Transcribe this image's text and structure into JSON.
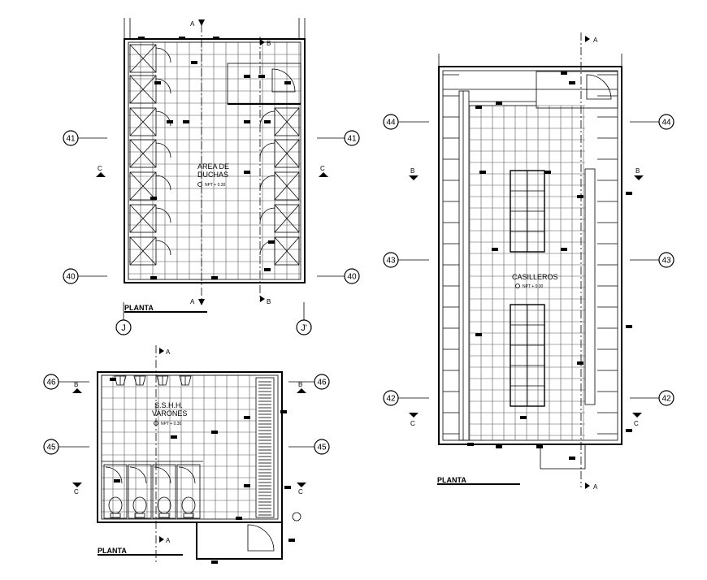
{
  "plans": {
    "duchas": {
      "room_label_1": "AREA DE",
      "room_label_2": "DUCHAS",
      "level": "NPT + 0.30",
      "plan_title": "PLANTA"
    },
    "casilleros": {
      "room_label": "CASILLEROS",
      "level": "NPT + 0.30",
      "plan_title": "PLANTA"
    },
    "sshh": {
      "room_label_1": "S.S.H.H.",
      "room_label_2": "VARONES",
      "level": "NPT + 0.30",
      "plan_title": "PLANTA"
    }
  },
  "axes": {
    "a41": "41",
    "a40": "40",
    "aJ": "J",
    "aJp": "J'",
    "a44": "44",
    "a43": "43",
    "a42": "42",
    "a46": "46",
    "a45": "45"
  },
  "sections": {
    "A": "A",
    "B": "B",
    "C": "C"
  }
}
